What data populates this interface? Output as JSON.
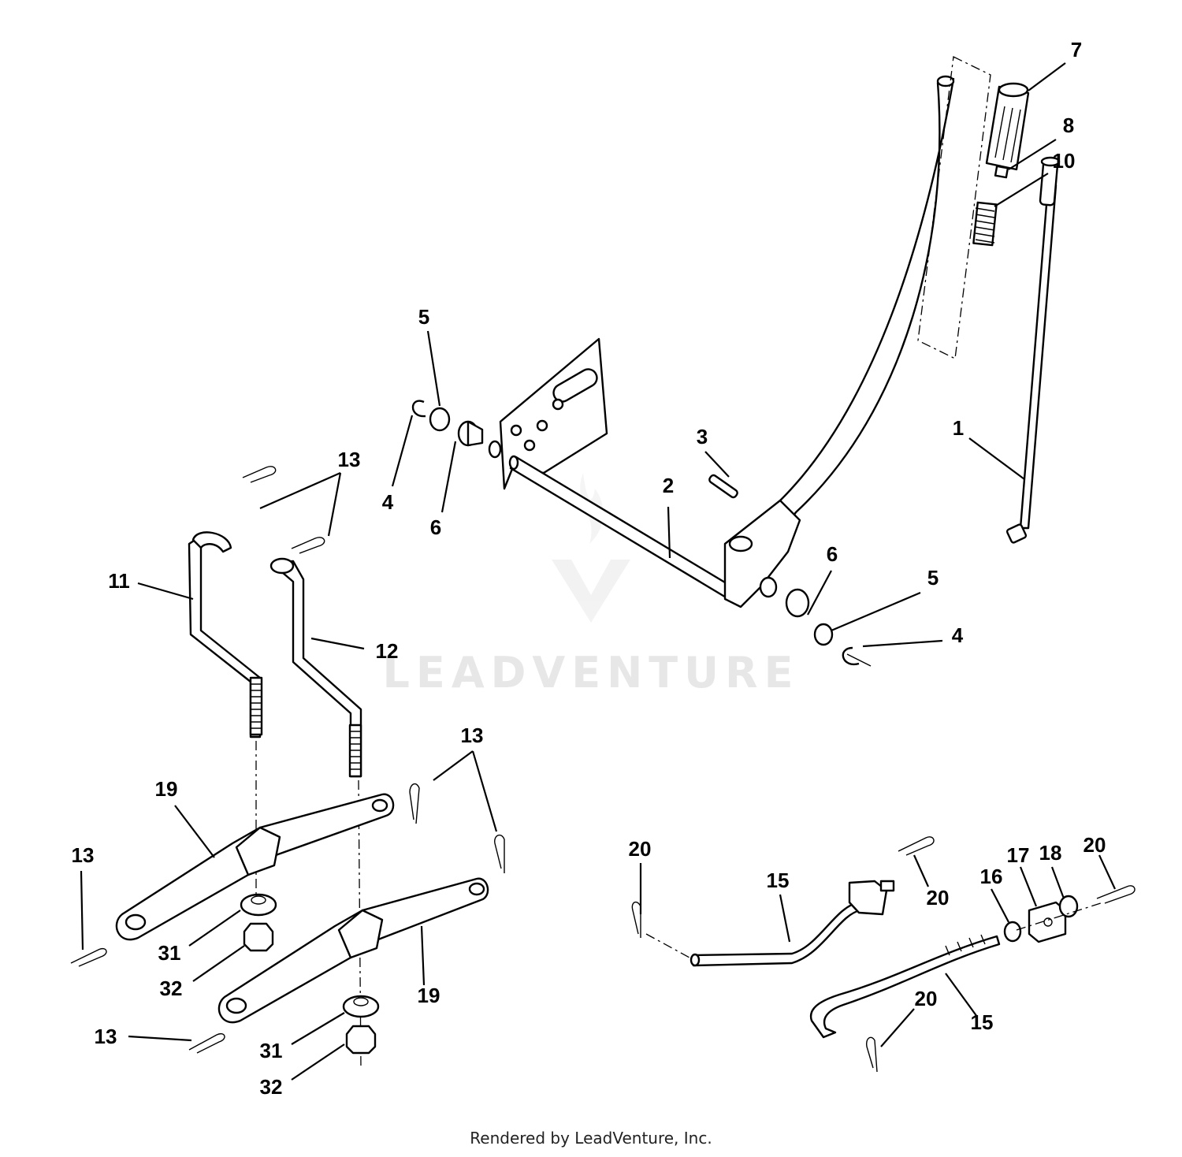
{
  "watermark": {
    "text": "LEADVENTURE"
  },
  "footer": {
    "text": "Rendered by LeadVenture, Inc."
  },
  "labels": {
    "l1": "1",
    "l2": "2",
    "l3": "3",
    "l4a": "4",
    "l4b": "4",
    "l5a": "5",
    "l5b": "5",
    "l6a": "6",
    "l6b": "6",
    "l7": "7",
    "l8": "8",
    "l10": "10",
    "l11": "11",
    "l12": "12",
    "l13a": "13",
    "l13b": "13",
    "l13c": "13",
    "l13d": "13",
    "l15a": "15",
    "l15b": "15",
    "l16": "16",
    "l17": "17",
    "l18": "18",
    "l19a": "19",
    "l19b": "19",
    "l20a": "20",
    "l20b": "20",
    "l20c": "20",
    "l20d": "20",
    "l31a": "31",
    "l31b": "31",
    "l32a": "32",
    "l32b": "32"
  }
}
